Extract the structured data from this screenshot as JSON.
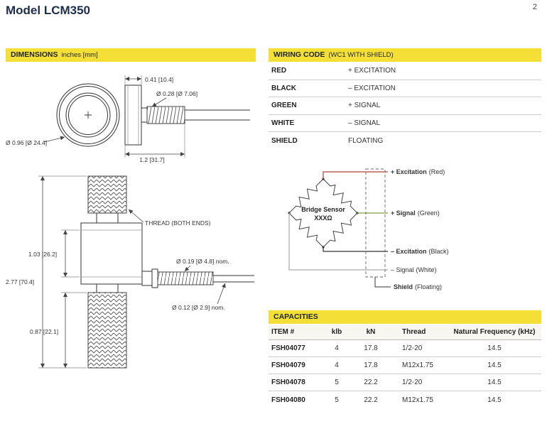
{
  "page": {
    "title": "Model LCM350",
    "page_number": "2"
  },
  "dimensions_section": {
    "header_bold": "DIMENSIONS",
    "header_rest": "inches [mm]",
    "labels": {
      "top_width": "0.41 [10.4]",
      "top_dia": "Ø 0.28 [Ø 7.06]",
      "front_dia": "Ø 0.96  [Ø 24.4]",
      "stud_len": "1.2 [31.7]",
      "thread_note": "THREAD (BOTH ENDS)",
      "body_height": "1.03 [26.2]",
      "total_height": "2.77 [70.4]",
      "cable_dia": "Ø 0.19 [Ø 4.8] nom.",
      "cable_dia2": "Ø 0.12 [Ø 2.9] nom.",
      "lower_height": "0.87 [22.1]"
    }
  },
  "wiring_section": {
    "header_bold": "WIRING CODE",
    "header_rest": "(WC1 WITH SHIELD)",
    "rows": [
      {
        "color": "RED",
        "function": "+ EXCITATION"
      },
      {
        "color": "BLACK",
        "function": "– EXCITATION"
      },
      {
        "color": "GREEN",
        "function": "+ SIGNAL"
      },
      {
        "color": "WHITE",
        "function": "– SIGNAL"
      },
      {
        "color": "SHIELD",
        "function": "FLOATING"
      }
    ]
  },
  "wiring_diagram": {
    "bridge_name": "Bridge Sensor",
    "bridge_ohms": "XXXΩ",
    "labels": {
      "exc_pos": {
        "bold": "+ Excitation",
        "rest": "(Red)"
      },
      "sig_pos": {
        "bold": "+ Signal",
        "rest": "(Green)"
      },
      "exc_neg": {
        "bold": "– Excitation",
        "rest": "(Black)"
      },
      "sig_neg": {
        "bold": "– Signal",
        "rest": "(White)"
      },
      "shield": {
        "bold": "Shield",
        "rest": "(Floating)"
      }
    }
  },
  "capacities_section": {
    "header": "CAPACITIES",
    "columns": [
      "ITEM #",
      "klb",
      "kN",
      "Thread",
      "Natural Frequency (kHz)"
    ],
    "rows": [
      [
        "FSH04077",
        "4",
        "17.8",
        "1/2-20",
        "14.5"
      ],
      [
        "FSH04079",
        "4",
        "17.8",
        "M12x1.75",
        "14.5"
      ],
      [
        "FSH04078",
        "5",
        "22.2",
        "1/2-20",
        "14.5"
      ],
      [
        "FSH04080",
        "5",
        "22.2",
        "M12x1.75",
        "14.5"
      ]
    ]
  },
  "colors": {
    "accent_yellow": "#f3df35",
    "title_navy": "#1e2d50",
    "wire_red": "#b0413a",
    "wire_green": "#7ba23c",
    "wire_black": "#333333",
    "wire_white": "#999999"
  }
}
